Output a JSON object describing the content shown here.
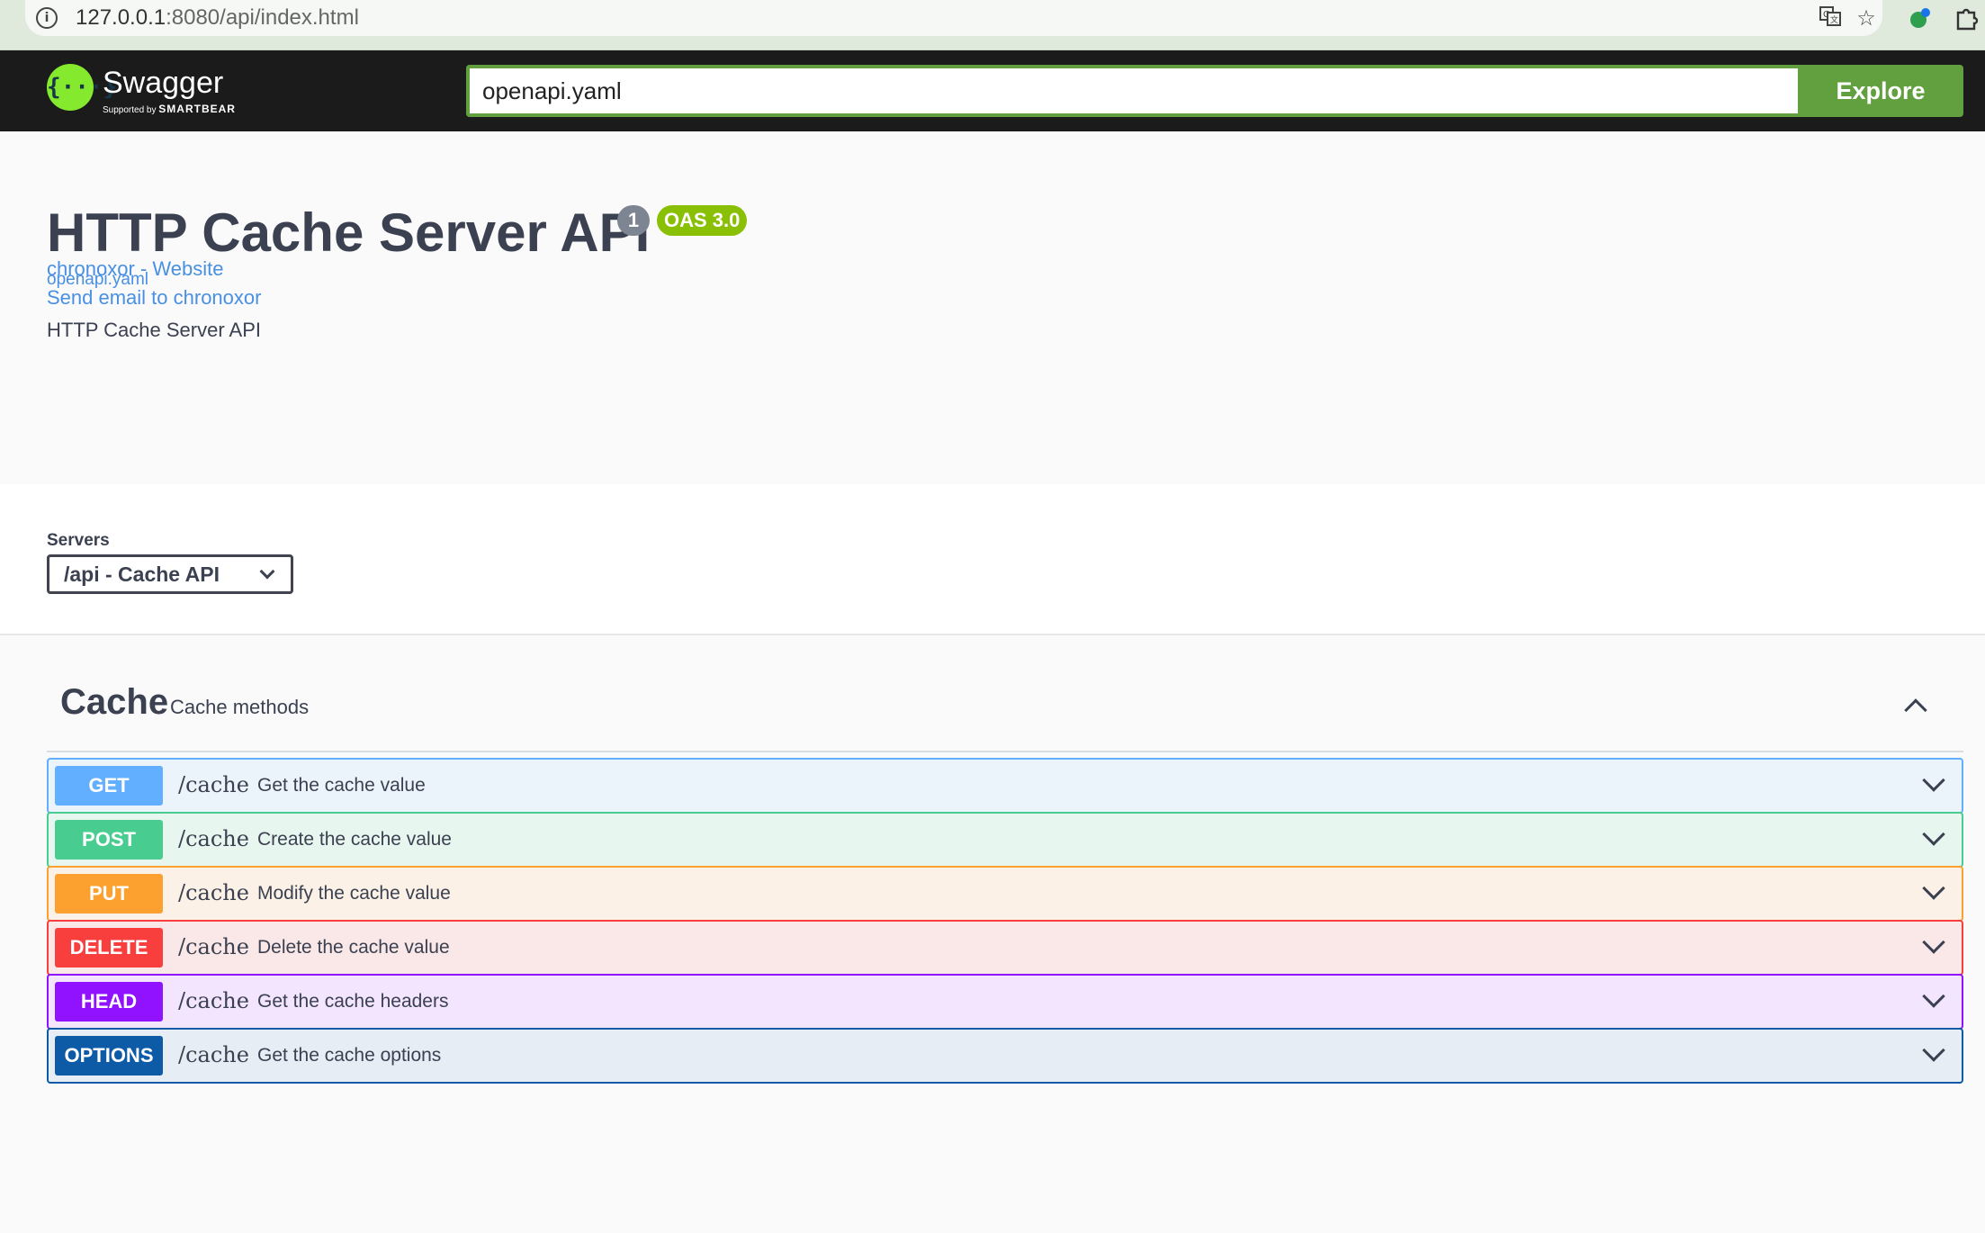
{
  "browser": {
    "url_host": "127.0.0.1",
    "url_rest": ":8080/api/index.html",
    "icons": [
      "info-icon",
      "translate-icon",
      "star-icon",
      "extension-icon",
      "puzzle-icon"
    ]
  },
  "topbar": {
    "logo_name": "Swagger",
    "logo_sub_prefix": "Supported by",
    "logo_sub_brand": "SMARTBEAR",
    "logo_glyph": "{···}",
    "spec_url_value": "openapi.yaml",
    "explore_label": "Explore",
    "colors": {
      "background": "#1b1b1b",
      "accent": "#62a03f",
      "logo": "#85ea2d"
    }
  },
  "info": {
    "title": "HTTP Cache Server API",
    "version": "1",
    "oas_badge": "OAS 3.0",
    "spec_link": "openapi.yaml",
    "description": "HTTP Cache Server API",
    "contact_website": "chronoxor - Website",
    "contact_email": "Send email to chronoxor"
  },
  "servers": {
    "label": "Servers",
    "selected": "/api - Cache API"
  },
  "tag": {
    "name": "Cache",
    "description": "Cache methods"
  },
  "operations": [
    {
      "method": "GET",
      "path": "/cache",
      "summary": "Get the cache value",
      "color": "#61affe",
      "bg": "#ebf3fb"
    },
    {
      "method": "POST",
      "path": "/cache",
      "summary": "Create the cache value",
      "color": "#49cc90",
      "bg": "#e8f6f0"
    },
    {
      "method": "PUT",
      "path": "/cache",
      "summary": "Modify the cache value",
      "color": "#fca130",
      "bg": "#fbf1e6"
    },
    {
      "method": "DELETE",
      "path": "/cache",
      "summary": "Delete the cache value",
      "color": "#f93e3e",
      "bg": "#fae7e7"
    },
    {
      "method": "HEAD",
      "path": "/cache",
      "summary": "Get the cache headers",
      "color": "#9012fe",
      "bg": "#f3e5fd"
    },
    {
      "method": "OPTIONS",
      "path": "/cache",
      "summary": "Get the cache options",
      "color": "#0d5aa7",
      "bg": "#e6edf5"
    }
  ]
}
